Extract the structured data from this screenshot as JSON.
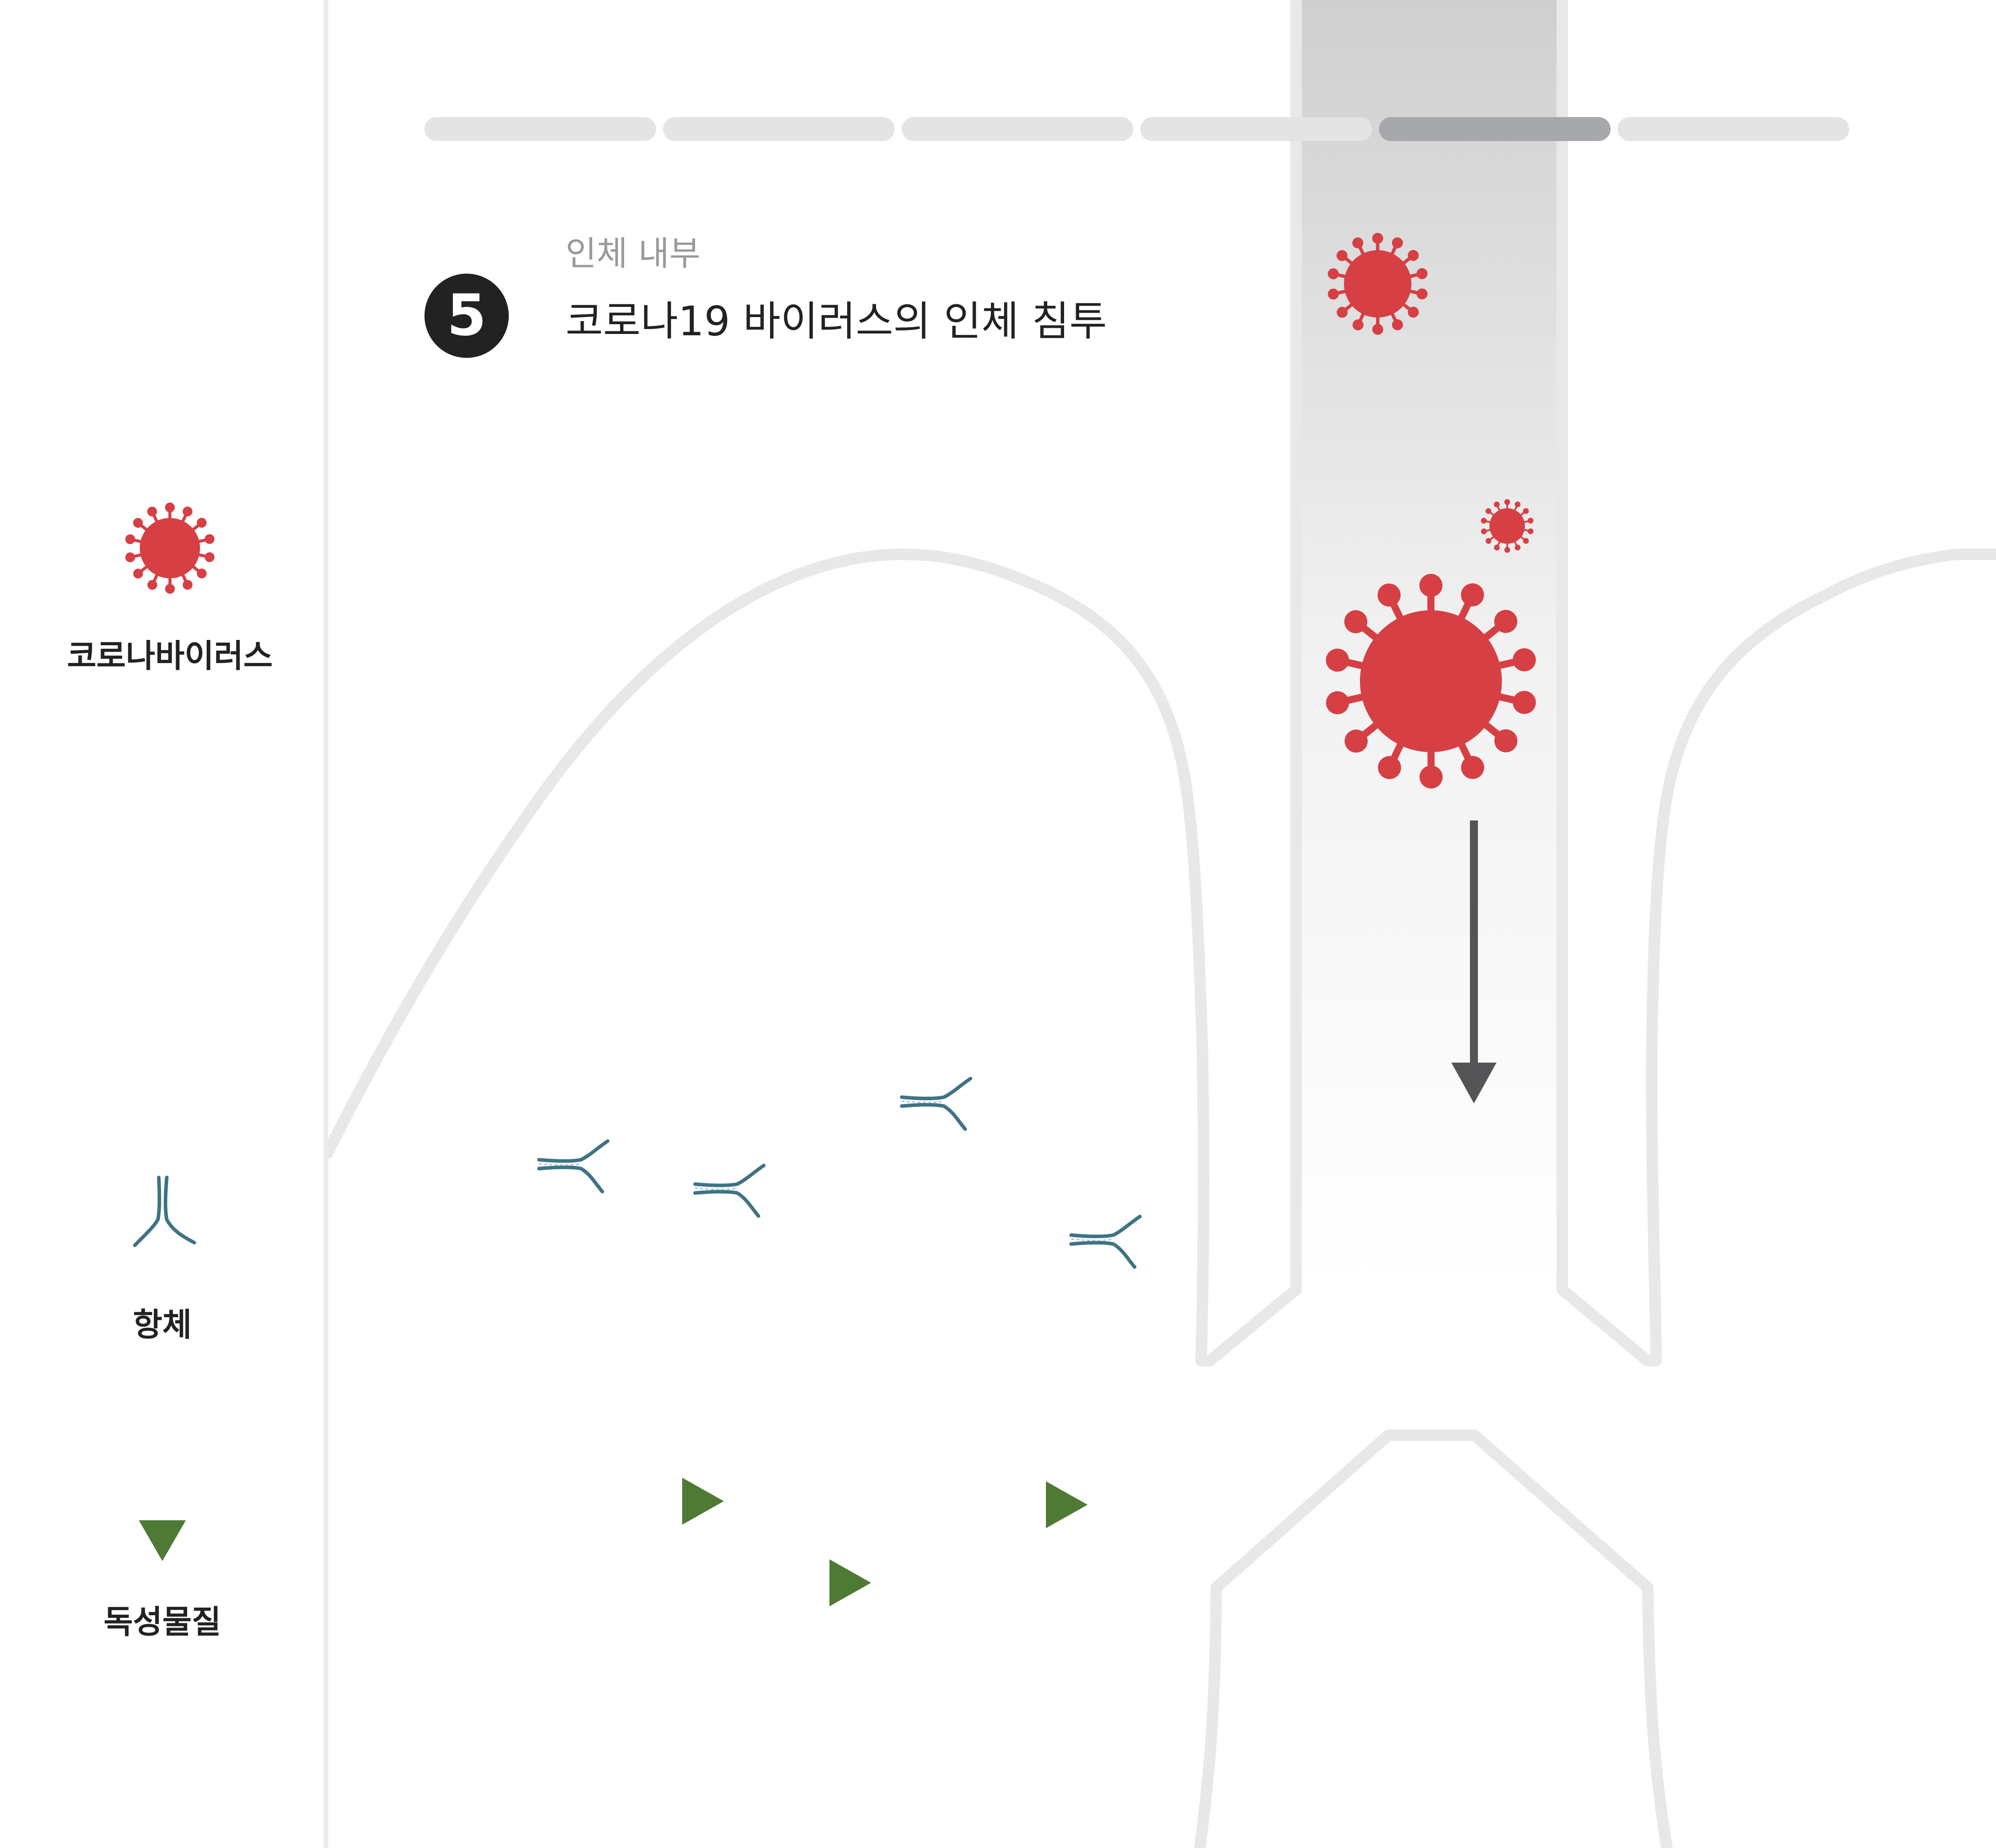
{
  "legend": {
    "virus_label": "코로나바이러스",
    "antibody_label": "항체",
    "toxin_label": "독성물질"
  },
  "progress": {
    "total_steps": 6,
    "active_step": 5
  },
  "step": {
    "number": "5",
    "subtitle": "인체 내부",
    "title": "코로나19 바이러스의 인체 침투"
  },
  "colors": {
    "virus": "#d63f44",
    "antibody": "#3f7384",
    "toxin": "#4f7a35",
    "outline": "#e8e8e9",
    "arrow": "#555557",
    "progress_active": "#a7a8ab",
    "progress_inactive": "#e4e4e4"
  },
  "icons": [
    "virus-icon",
    "antibody-icon",
    "toxin-icon",
    "down-arrow-icon"
  ]
}
